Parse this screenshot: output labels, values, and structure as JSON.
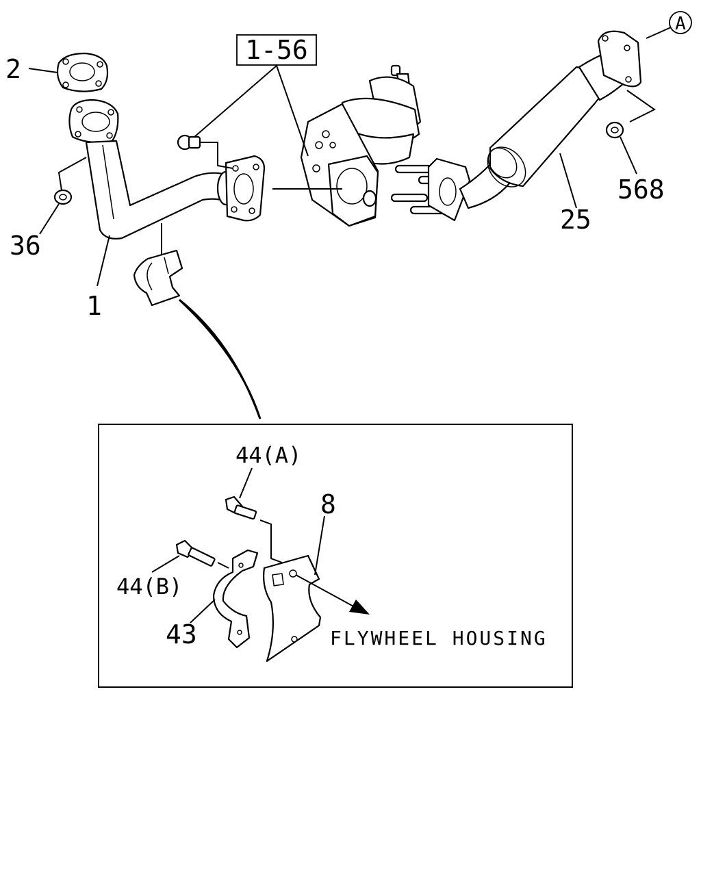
{
  "callouts": {
    "ref_box": "1-56",
    "ref_a": "A",
    "p2": "2",
    "p36": "36",
    "p1": "1",
    "p25": "25",
    "p568": "568",
    "p44a": "44(A)",
    "p44b": "44(B)",
    "p8": "8",
    "p43": "43",
    "flywheel": "FLYWHEEL HOUSING"
  }
}
